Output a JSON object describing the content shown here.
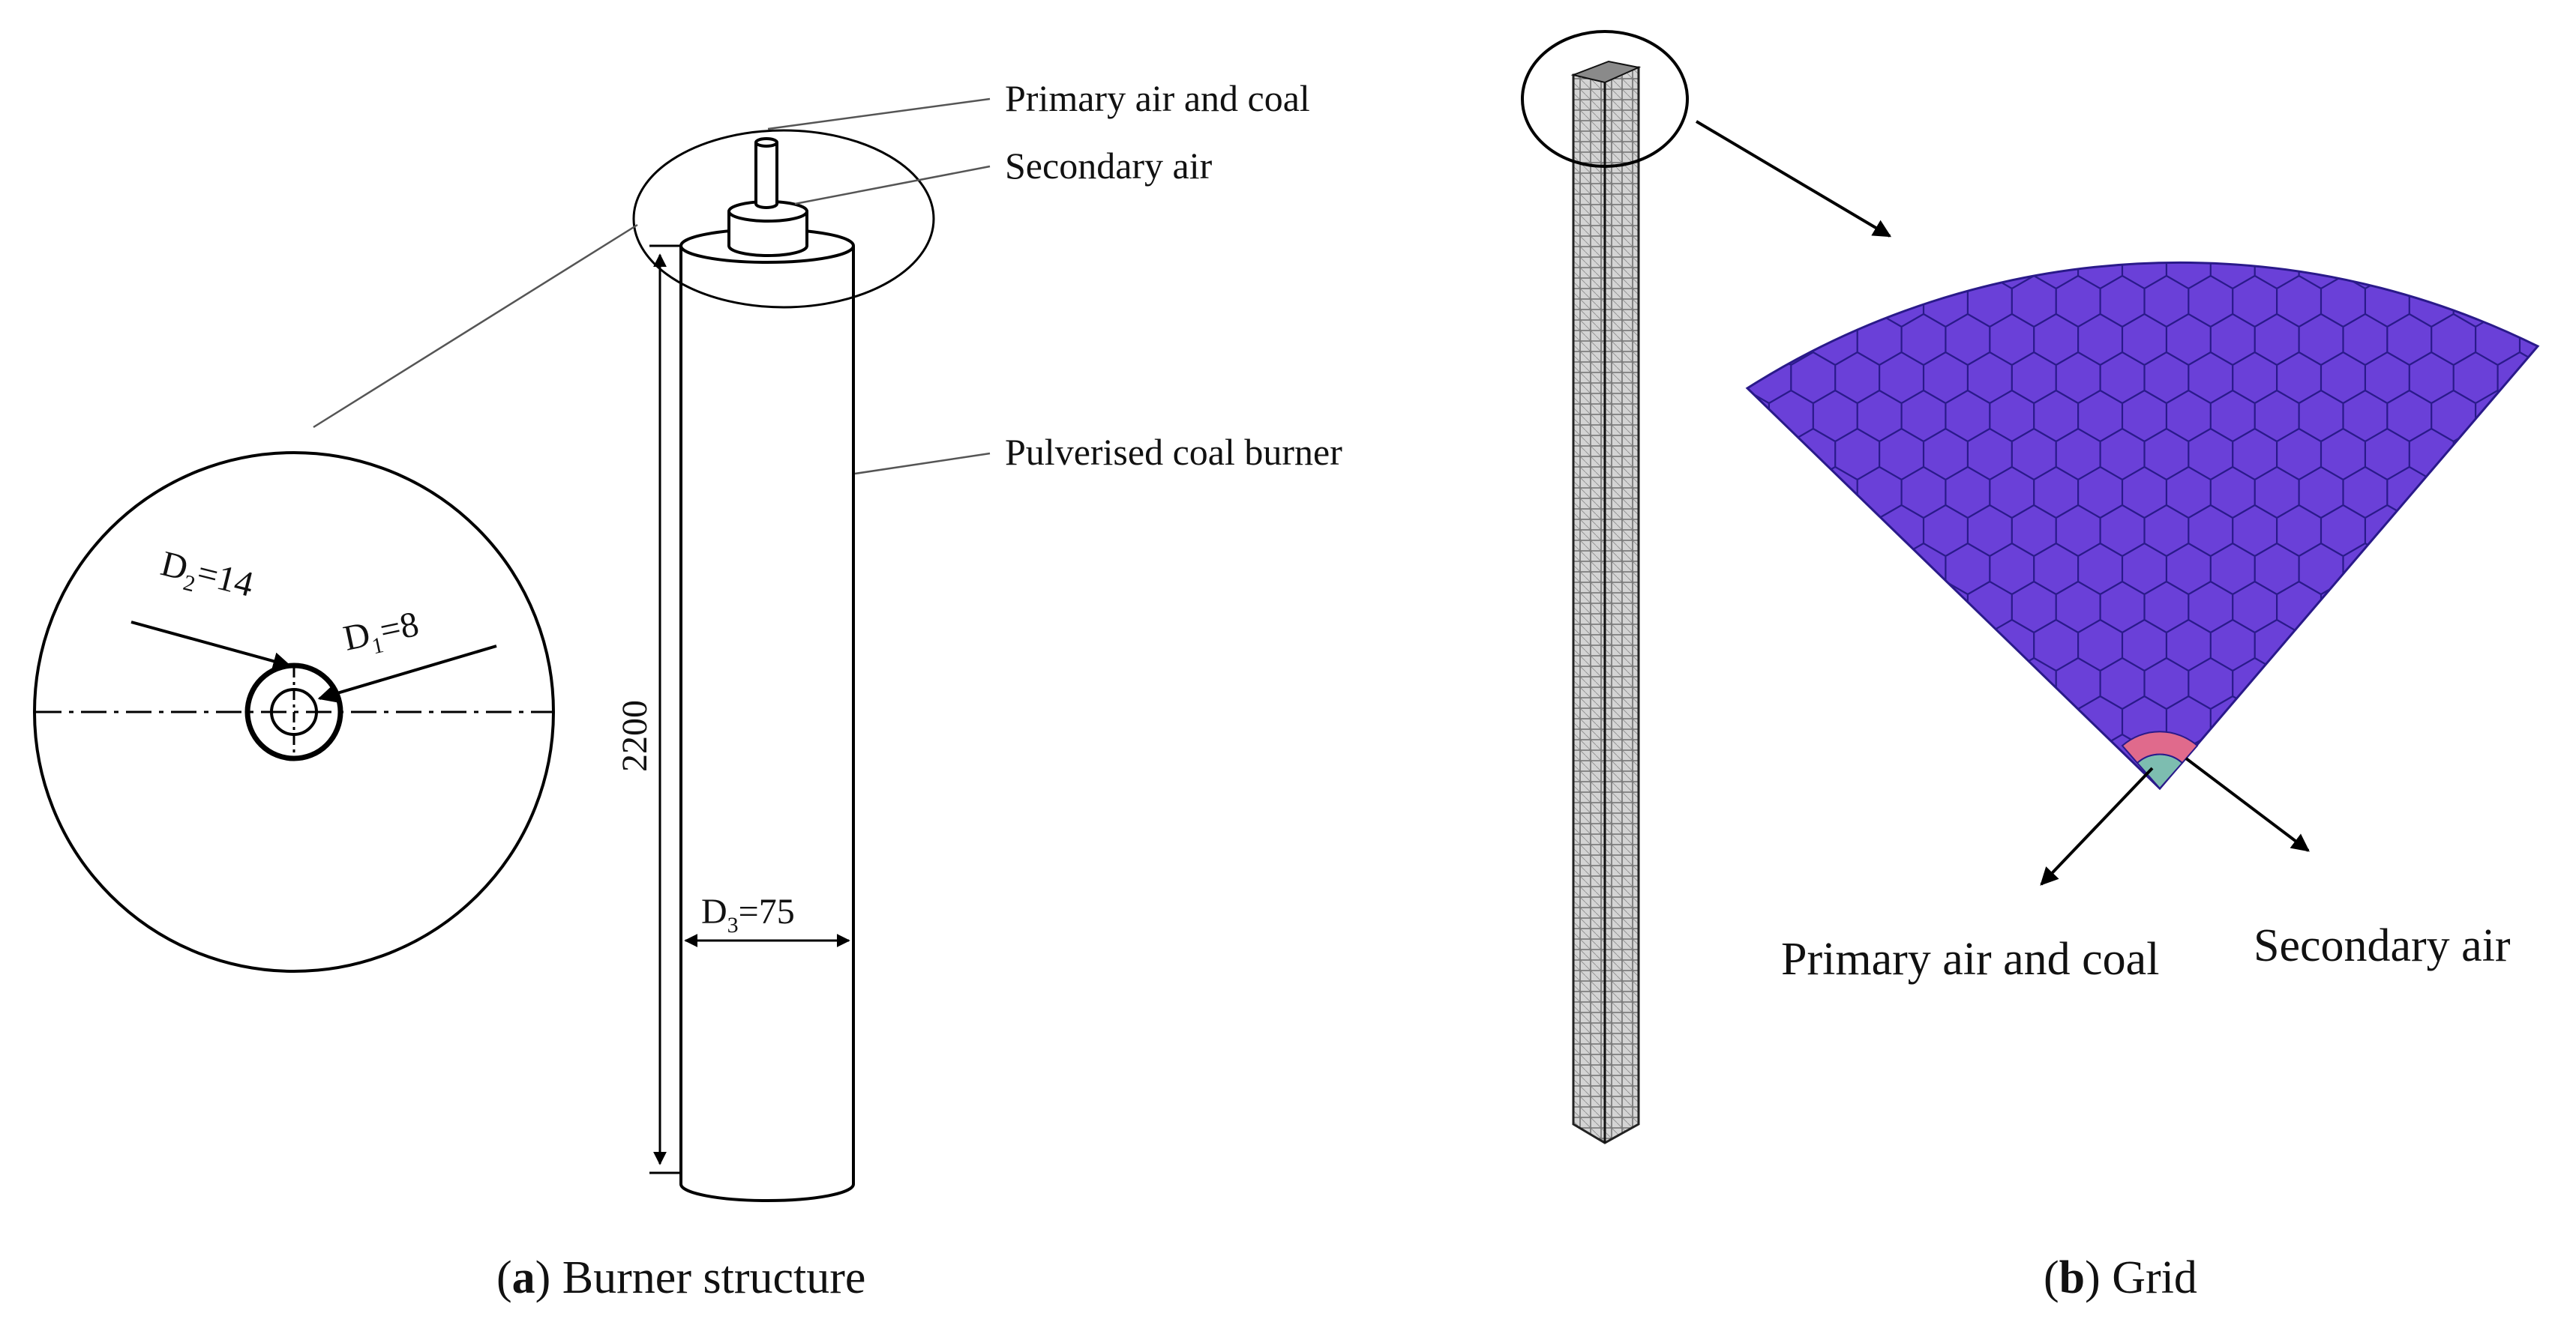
{
  "panel_a": {
    "caption_open": "(",
    "caption_letter": "a",
    "caption_rest": ") Burner structure",
    "labels": {
      "primary": "Primary air and coal",
      "secondary": "Secondary air",
      "burner": "Pulverised coal burner"
    },
    "dims": {
      "d2_base": "D",
      "d2_sub": "2",
      "d2_val": "=14",
      "d1_base": "D",
      "d1_sub": "1",
      "d1_val": "=8",
      "d3_base": "D",
      "d3_sub": "3",
      "d3_val": "=75",
      "height": "2200"
    }
  },
  "panel_b": {
    "caption_open": "(",
    "caption_letter": "b",
    "caption_rest": ") Grid",
    "labels": {
      "primary": "Primary air and coal",
      "secondary": "Secondary air"
    },
    "colors": {
      "fan_fill": "#6a40d8",
      "cell_edge": "#2a1a8a",
      "primary_zone": "#e06a8c",
      "secondary_zone": "#7dbdb0"
    }
  }
}
